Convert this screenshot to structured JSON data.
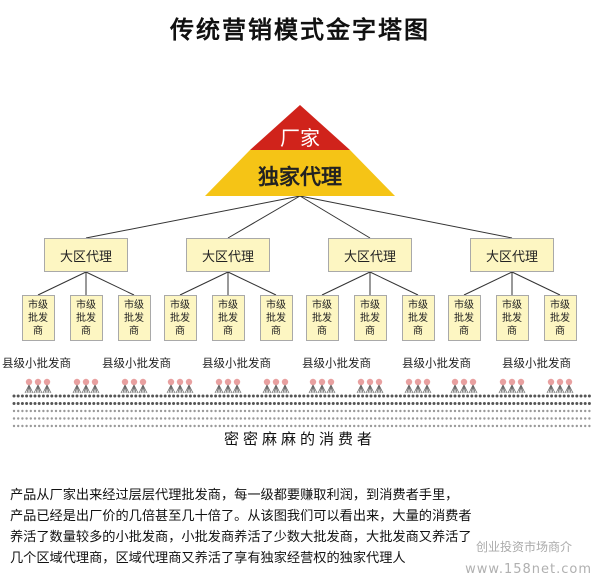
{
  "title": "传统营销模式金字塔图",
  "factory": "厂家",
  "exclusive_agent": "独家代理",
  "regional_agent": "大区代理",
  "city_wholesaler": "市级批发商",
  "county_wholesaler": "县级小批发商",
  "consumers": "密密麻麻的消费者",
  "paragraph": [
    "产品从厂家出来经过层层代理批发商，每一级都要赚取利润，到消费者手里，",
    "产品已经是出厂价的几倍甚至几十倍了。从该图我们可以看出来，大量的消费者",
    "养活了数量较多的小批发商，小批发商养活了少数大批发商，大批发商又养活了",
    "几个区域代理商，区域代理商又养活了享有独家经营权的独家代理人"
  ],
  "watermark_brand": "创业投资市场商介",
  "watermark_url": "www.158net.com",
  "colors": {
    "factory": "#d0231b",
    "exclusive": "#f5c416",
    "box_fill": "#fdf6c2",
    "box_border": "#a9a9a9",
    "line": "#333333",
    "pink": "#e8a0a0",
    "dot": "#666666"
  }
}
